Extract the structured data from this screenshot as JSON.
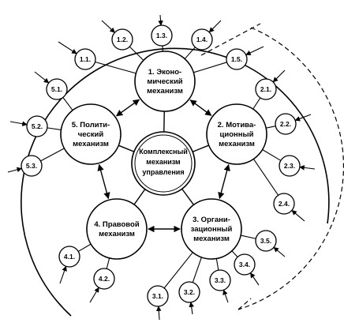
{
  "center": {
    "lines": [
      "Комплексный",
      "механизм",
      "управления"
    ]
  },
  "mechanisms": [
    {
      "id": "1",
      "lines": [
        "1. Эконо-",
        "мический",
        "механизм"
      ]
    },
    {
      "id": "2",
      "lines": [
        "2. Мотива-",
        "ционный",
        "механизм"
      ]
    },
    {
      "id": "3",
      "lines": [
        "3. Органи-",
        "зационный",
        "механизм"
      ]
    },
    {
      "id": "4",
      "lines": [
        "4. Правовой",
        "механизм"
      ]
    },
    {
      "id": "5",
      "lines": [
        "5. Полити-",
        "ческий",
        "механизм"
      ]
    }
  ],
  "sub_items": [
    {
      "label": "1.1.",
      "parent": "1"
    },
    {
      "label": "1.2.",
      "parent": "1"
    },
    {
      "label": "1.3.",
      "parent": "1"
    },
    {
      "label": "1.4.",
      "parent": "1"
    },
    {
      "label": "1.5.",
      "parent": "1"
    },
    {
      "label": "2.1.",
      "parent": "2"
    },
    {
      "label": "2.2.",
      "parent": "2"
    },
    {
      "label": "2.3.",
      "parent": "2"
    },
    {
      "label": "2.4.",
      "parent": "2"
    },
    {
      "label": "3.5.",
      "parent": "3"
    },
    {
      "label": "3.4.",
      "parent": "3"
    },
    {
      "label": "3.3.",
      "parent": "3"
    },
    {
      "label": "3.2.",
      "parent": "3"
    },
    {
      "label": "3.1.",
      "parent": "3"
    },
    {
      "label": "4.1.",
      "parent": "4"
    },
    {
      "label": "4.2.",
      "parent": "4"
    },
    {
      "label": "5.1.",
      "parent": "5"
    },
    {
      "label": "5.2.",
      "parent": "5"
    },
    {
      "label": "5.3.",
      "parent": "5"
    }
  ],
  "colors": {
    "stroke": "#000000",
    "fill": "#ffffff"
  }
}
